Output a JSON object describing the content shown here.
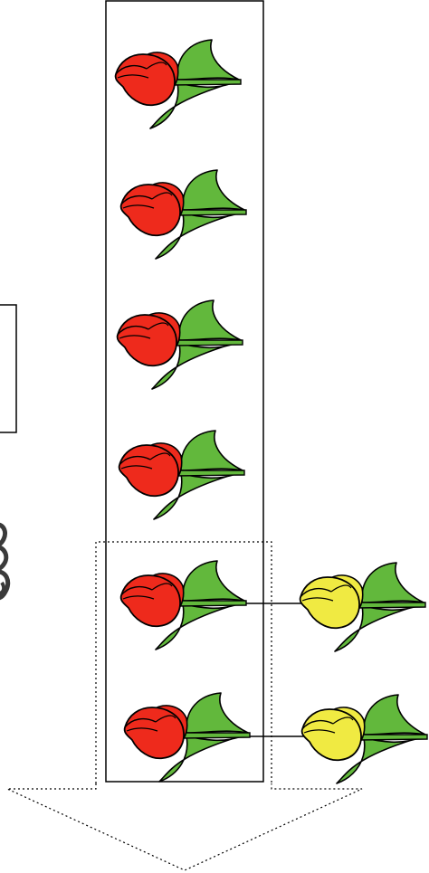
{
  "diagram": {
    "colors": {
      "background": "#ffffff",
      "outline": "#000000",
      "red_tulip": "#ee2a1c",
      "yellow_tulip": "#f0ea42",
      "leaf": "#62b83c"
    },
    "column_tulips": [
      {
        "color": "red"
      },
      {
        "color": "red"
      },
      {
        "color": "red"
      },
      {
        "color": "red"
      },
      {
        "color": "red"
      },
      {
        "color": "red"
      }
    ],
    "side_tulips": [
      {
        "color": "yellow",
        "linked_to_row": 5
      },
      {
        "color": "yellow",
        "linked_to_row": 6
      }
    ],
    "icons": [
      "tulip-icon",
      "leaf-icon",
      "down-arrow-icon",
      "chain-link-icon"
    ]
  }
}
